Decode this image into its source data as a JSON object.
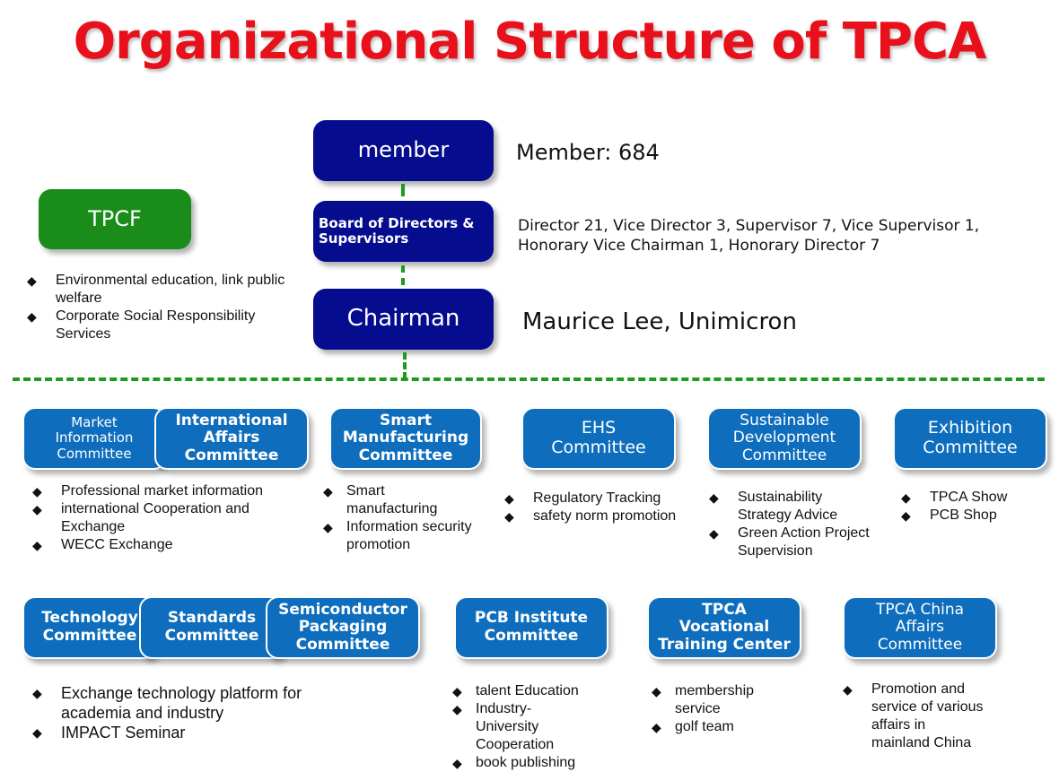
{
  "title": {
    "text": "Organizational Structure of TPCA",
    "color": "#e8101a"
  },
  "top": {
    "member": {
      "label": "member",
      "desc": "Member: 684"
    },
    "board": {
      "label": "Board of Directors & Supervisors",
      "desc_line1": "Director 21, Vice Director 3, Supervisor 7, Vice  Supervisor 1,",
      "desc_line2": "Honorary Vice Chairman 1, Honorary Director 7"
    },
    "chairman": {
      "label": "Chairman",
      "desc": "Maurice Lee, Unimicron"
    }
  },
  "tpcf": {
    "label": "TPCF",
    "items": [
      "Environmental education, link public welfare",
      "Corporate Social Responsibility Services"
    ]
  },
  "committees_row1": [
    {
      "label": "Market Information Committee"
    },
    {
      "label": "International Affairs Committee"
    },
    {
      "label": "Smart Manufacturing Committee"
    },
    {
      "label": "EHS Committee"
    },
    {
      "label": "Sustainable Development Committee"
    },
    {
      "label": "Exhibition Committee"
    }
  ],
  "committees_row2": [
    {
      "label": "Technology Committee"
    },
    {
      "label": "Standards Committee"
    },
    {
      "label": "Semiconductor Packaging Committee"
    },
    {
      "label": "PCB Institute Committee"
    },
    {
      "label": "TPCA Vocational Training Center"
    },
    {
      "label": "TPCA China Affairs Committee"
    }
  ],
  "bullets_row1": {
    "market_international": [
      "Professional market information",
      "international Cooperation and Exchange",
      "WECC Exchange"
    ],
    "smart": [
      "Smart manufacturing",
      "Information security promotion"
    ],
    "ehs": [
      "Regulatory Tracking",
      "safety norm promotion"
    ],
    "sustainable": [
      "Sustainability Strategy Advice",
      "Green Action Project Supervision"
    ],
    "exhibition": [
      "TPCA Show",
      "PCB Shop"
    ]
  },
  "bullets_row2": {
    "technology_group": [
      "Exchange technology  platform for academia and industry",
      "IMPACT Seminar"
    ],
    "pcb_institute": [
      "talent Education",
      "Industry-University Cooperation",
      "book publishing"
    ],
    "vocational": [
      "membership service",
      "golf team"
    ],
    "china": [
      "Promotion and service of various affairs in mainland China"
    ]
  },
  "colors": {
    "navy": "#050c8e",
    "green": "#1a8c1a",
    "committee_blue": "#0e6ebd",
    "divider": "#1f9a1f"
  }
}
